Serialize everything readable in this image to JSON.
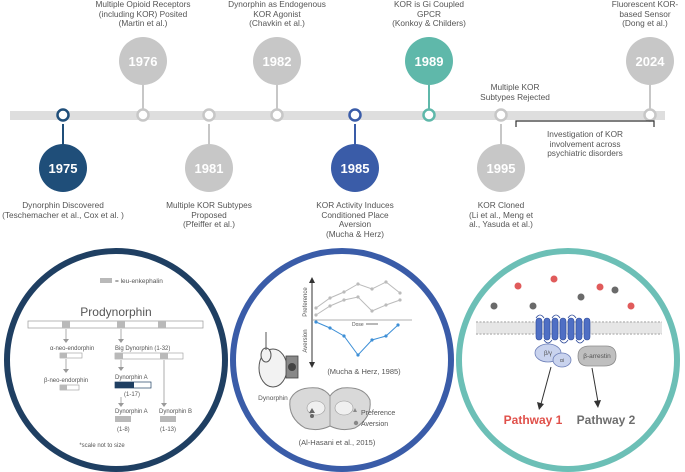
{
  "timeline": {
    "events": [
      {
        "year": "1975",
        "label": "Dynorphin Discovered\n(Teschemacher et al., Cox et al. )",
        "color": "#1f4e79"
      },
      {
        "year": "1976",
        "label": "Multiple Opioid Receptors\n(including KOR) Posited\n(Martin et al.)",
        "color": "#c7c7c7"
      },
      {
        "year": "1981",
        "label": "Multiple KOR Subtypes\nProposed\n(Pfeiffer et al.)",
        "color": "#c7c7c7"
      },
      {
        "year": "1982",
        "label": "Dynorphin as Endogenous\nKOR Agonist\n(Chavkin et al.)",
        "color": "#c7c7c7"
      },
      {
        "year": "1985",
        "label": "KOR Activity Induces\nConditioned Place\nAversion\n(Mucha & Herz)",
        "color": "#3a5ca8"
      },
      {
        "year": "1989",
        "label": "KOR is Gi Coupled\nGPCR\n(Konkoy & Childers)",
        "color": "#5fb8aa"
      },
      {
        "year": "1995",
        "label": "KOR Cloned\n(Li et al., Meng et\nal., Yasuda et al.)",
        "color": "#c7c7c7"
      },
      {
        "year": "",
        "label": "Multiple KOR\nSubtypes Rejected",
        "color": "#c7c7c7"
      },
      {
        "year": "2024",
        "label": "Fluorescent KOR-\nbased Sensor\n(Dong et al.)",
        "color": "#c7c7c7"
      }
    ],
    "bracket_label": "Investigation of KOR\ninvolvement across\npsychiatric disorders"
  },
  "panel1": {
    "legend": "= leu-enkephalin",
    "title": "Prodynorphin",
    "labels": {
      "alpha_neo": "α-neo-endorphin",
      "beta_neo": "β-neo-endorphin",
      "big_dyn": "Big Dynorphin (1-32)",
      "dynA": "Dynorphin A",
      "dynA_range": "(1-17)",
      "dynA2": "Dynorphin A",
      "dynA2_range": "(1-8)",
      "dynB": "Dynorphin B",
      "dynB_range": "(1-13)"
    },
    "footnote": "*scale not to size"
  },
  "panel2": {
    "y_top": "Preference",
    "y_bottom": "Aversion",
    "x_label": "Dose",
    "figure_label": "Dynorphin",
    "citation1": "(Mucha & Herz, 1985)",
    "legend_pref": "Preference",
    "legend_av": "Aversion",
    "citation2": "(Al-Hasani et al., 2015)"
  },
  "panel3": {
    "gby": "β/γ",
    "gai": "αi",
    "arrestin": "β-arrestin",
    "pathway1": "Pathway 1",
    "pathway2": "Pathway 2",
    "pathway1_color": "#e0504a",
    "pathway2_color": "#6e6e6e"
  }
}
